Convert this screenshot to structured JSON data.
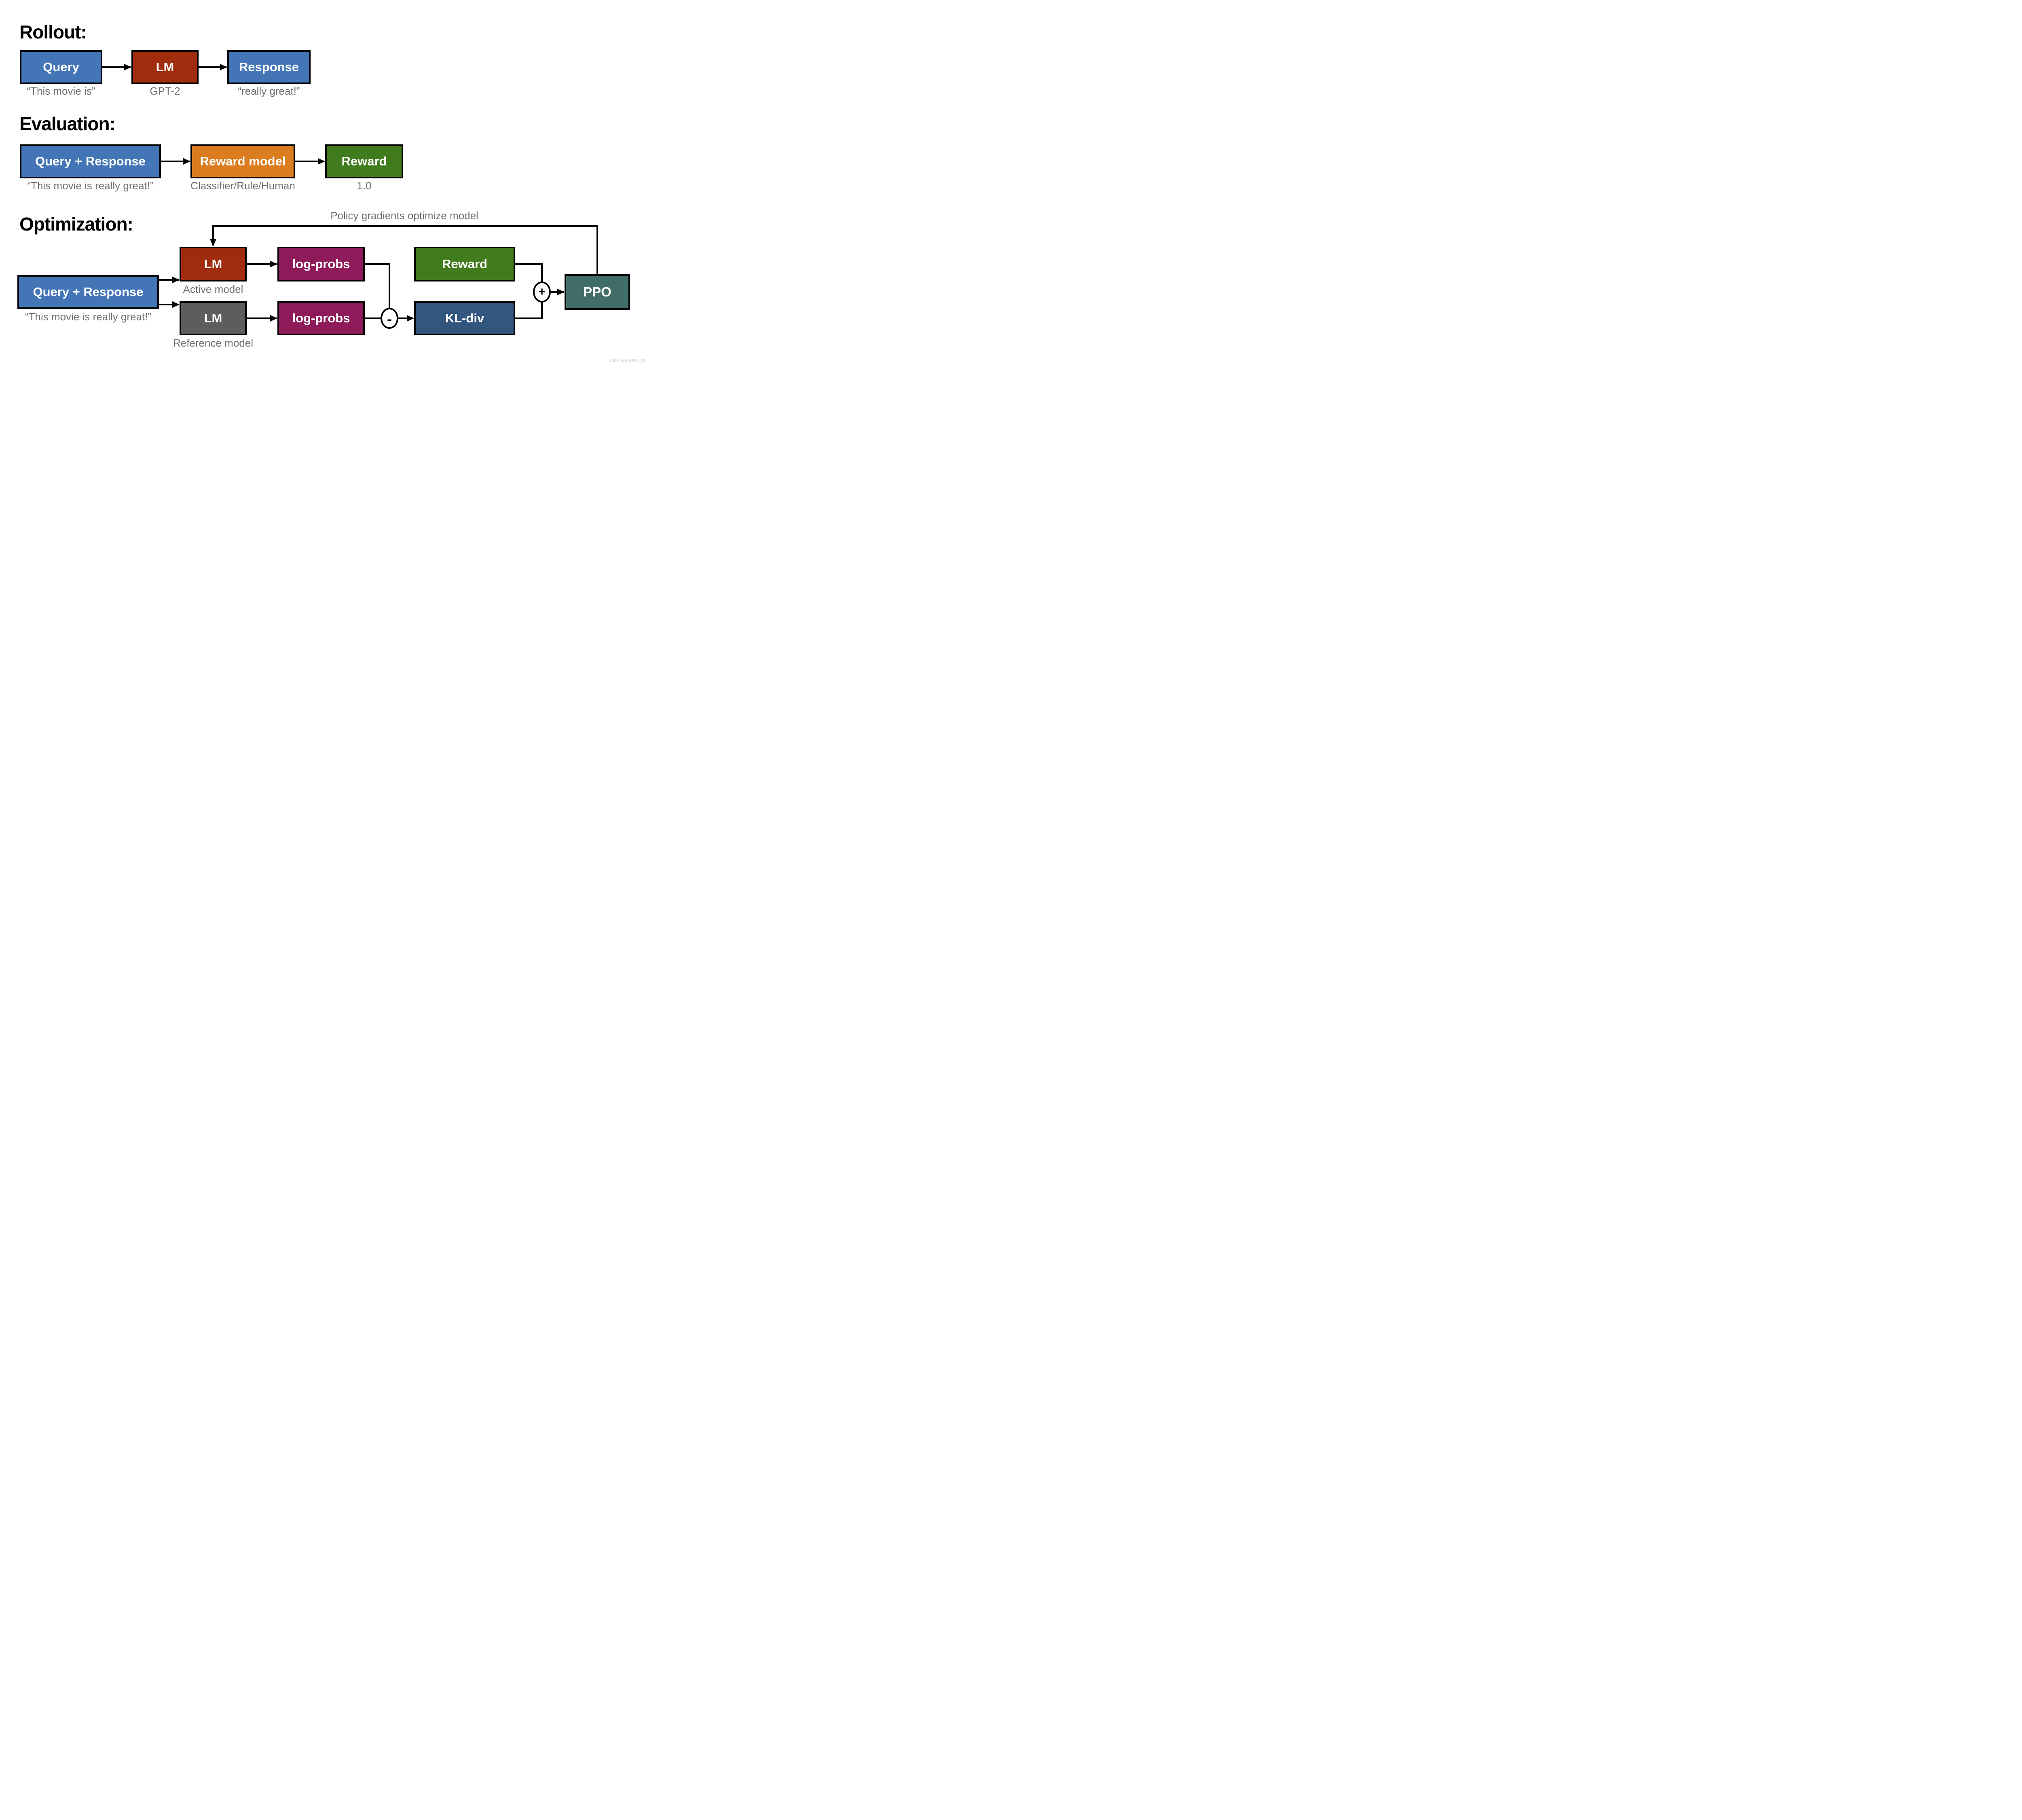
{
  "colors": {
    "query_response_blue": "#4476B7",
    "lm_active_red": "#A02B0D",
    "reward_model_orange": "#DB7D1F",
    "reward_green": "#407B1D",
    "log_probs_magenta": "#8E1A5A",
    "kl_div_navy": "#33567E",
    "ppo_teal": "#406D67",
    "reference_lm_gray": "#5D5D5D",
    "caption_gray": "#6F6F6F",
    "line_black": "#000000"
  },
  "rollout": {
    "title": "Rollout:",
    "query": {
      "label": "Query",
      "caption": "“This movie is”"
    },
    "lm": {
      "label": "LM",
      "caption": "GPT-2"
    },
    "response": {
      "label": "Response",
      "caption": "“really great!”"
    }
  },
  "evaluation": {
    "title": "Evaluation:",
    "query_response": {
      "label": "Query + Response",
      "caption": "“This movie is really great!”"
    },
    "reward_model": {
      "label": "Reward model",
      "caption": "Classifier/Rule/Human"
    },
    "reward": {
      "label": "Reward",
      "caption": "1.0"
    }
  },
  "optimization": {
    "title": "Optimization:",
    "feedback_label": "Policy gradients optimize model",
    "query_response": {
      "label": "Query + Response",
      "caption": "“This movie is really great!”"
    },
    "active_lm": {
      "label": "LM",
      "caption": "Active model"
    },
    "reference_lm": {
      "label": "LM",
      "caption": "Reference model"
    },
    "active_logprobs": {
      "label": "log-probs"
    },
    "reference_logprobs": {
      "label": "log-probs"
    },
    "reward": {
      "label": "Reward"
    },
    "kl_div": {
      "label": "KL-div"
    },
    "ppo": {
      "label": "PPO"
    },
    "minus": "-",
    "plus": "+"
  },
  "watermark": "CSDN @发呆的比目鱼"
}
